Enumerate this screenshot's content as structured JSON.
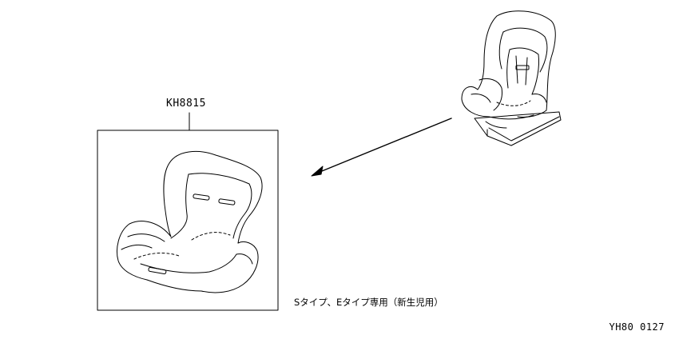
{
  "diagram": {
    "part_number": "KH8815",
    "note": "Sタイプ、Eタイプ専用（新生児用）",
    "reference_code": "YH80 0127"
  },
  "colors": {
    "line": "#000000",
    "background": "#ffffff"
  }
}
